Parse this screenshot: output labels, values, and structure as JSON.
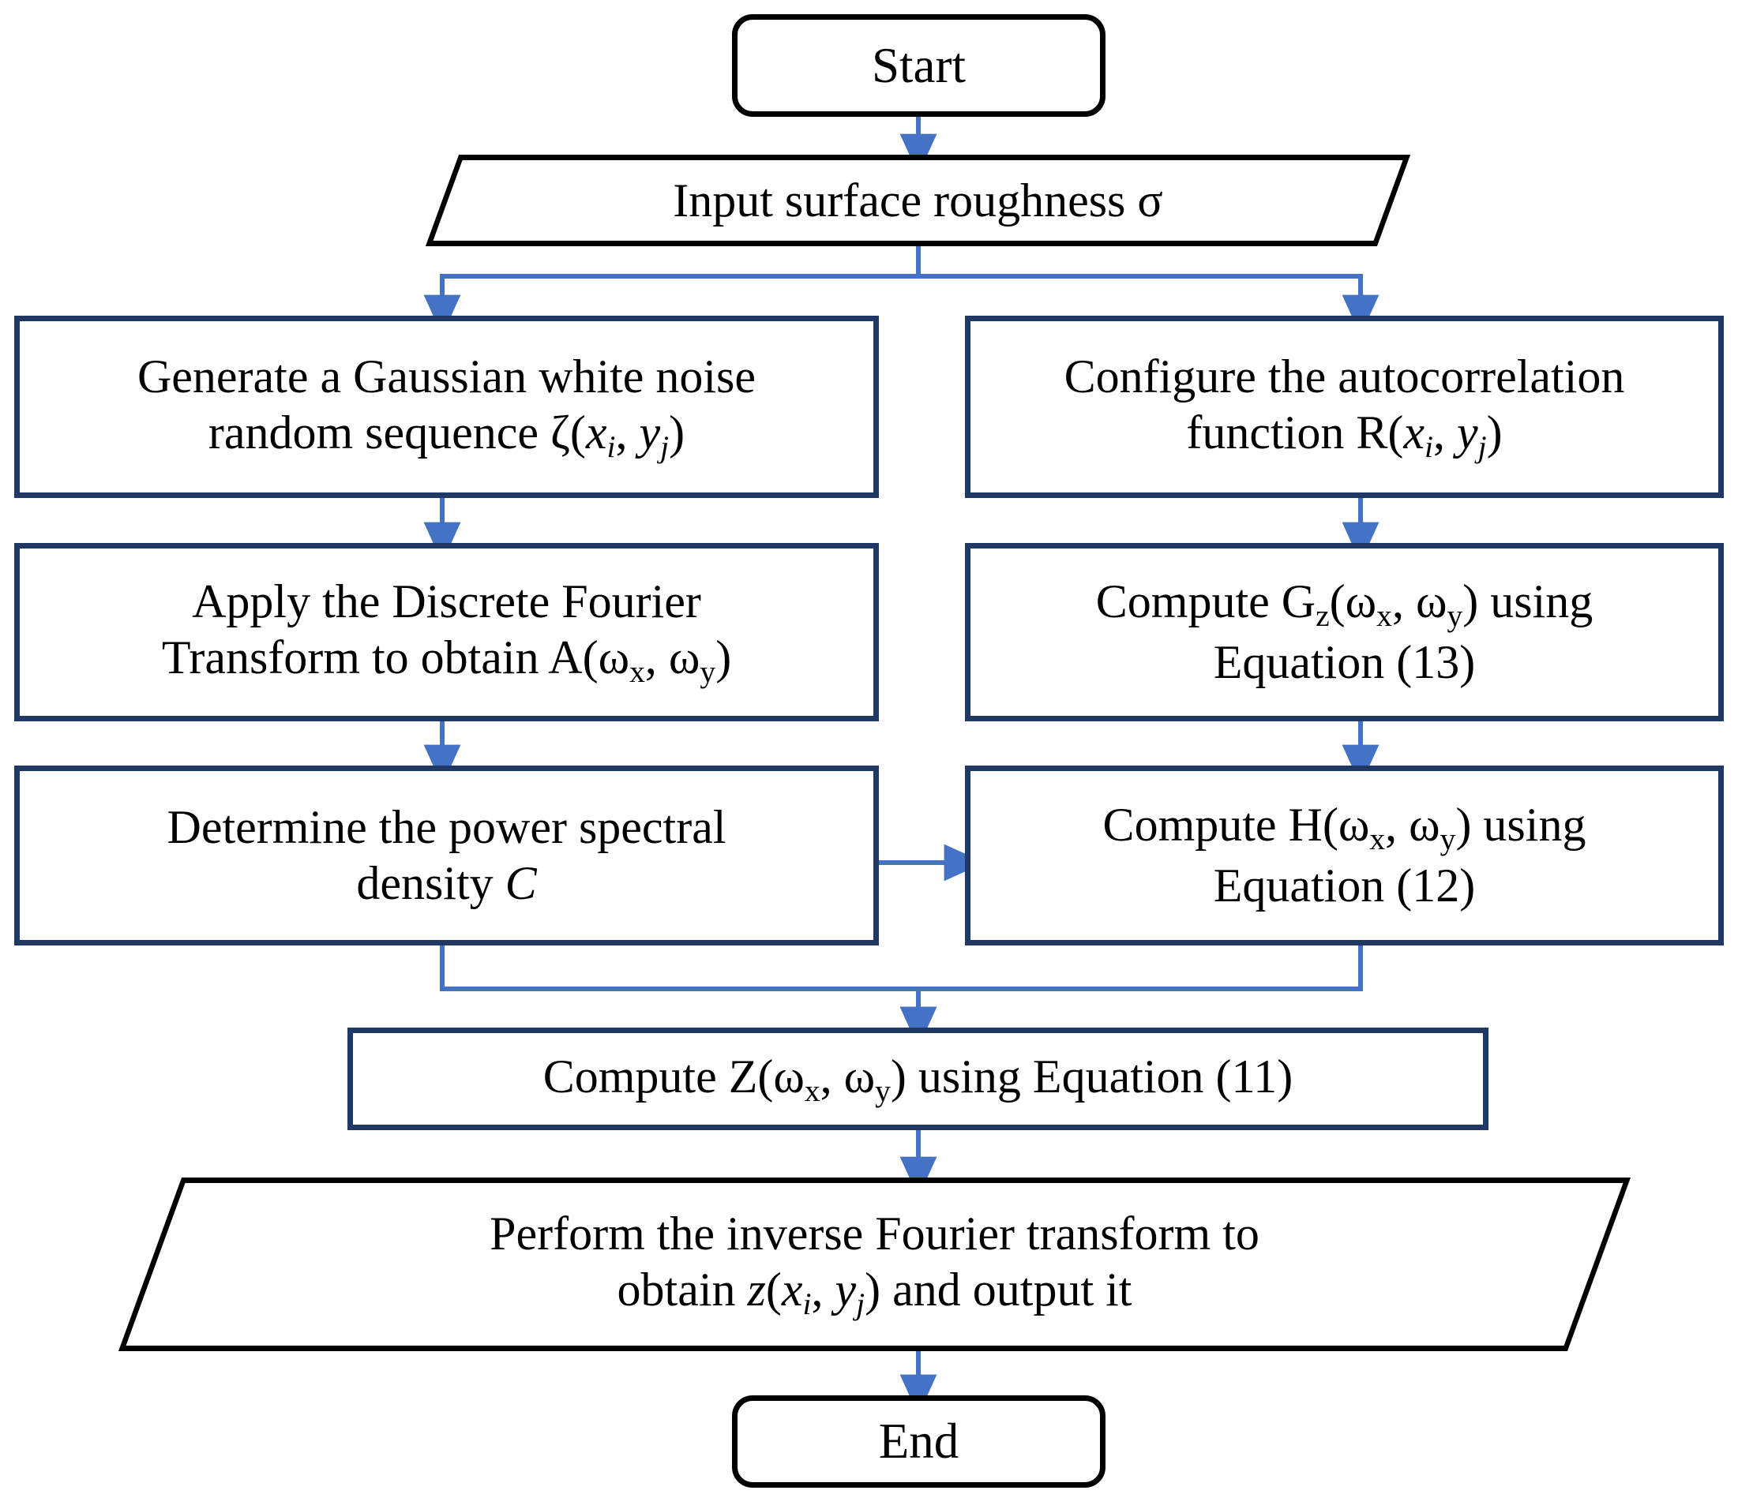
{
  "diagram": {
    "title": "Surface roughness generation flowchart",
    "colors": {
      "connector": "#4472C4",
      "process_border": "#1F3864",
      "terminator_border": "#000000",
      "background": "#FFFFFF",
      "text": "#000000"
    }
  },
  "nodes": {
    "start": {
      "label": "Start",
      "shape": "terminator"
    },
    "input": {
      "label": "Input surface roughness σ",
      "shape": "parallelogram"
    },
    "gen_noise": {
      "line1": "Generate a Gaussian white noise",
      "line2_pre": "random sequence ζ(",
      "line2_x": "x",
      "line2_xsub": "i",
      "line2_mid": ", ",
      "line2_y": "y",
      "line2_ysub": "j",
      "line2_post": ")",
      "shape": "process"
    },
    "autocorr": {
      "line1": "Configure the autocorrelation",
      "line2_pre": "function R(",
      "line2_x": "x",
      "line2_xsub": "i",
      "line2_mid": ", ",
      "line2_y": "y",
      "line2_ysub": "j",
      "line2_post": ")",
      "shape": "process"
    },
    "dft": {
      "line1": "Apply the Discrete Fourier",
      "line2_pre": "Transform to obtain A(ω",
      "line2_sub1": "x",
      "line2_mid": ", ω",
      "line2_sub2": "y",
      "line2_post": ")",
      "shape": "process"
    },
    "compute_gz": {
      "line1_pre": "Compute G",
      "line1_sub": "z",
      "line1_mid": "(ω",
      "line1_sub1": "x",
      "line1_mid2": ", ω",
      "line1_sub2": "y",
      "line1_post": ") using",
      "line2": "Equation (13)",
      "shape": "process"
    },
    "psd": {
      "line1": "Determine the power spectral",
      "line2_pre": "density ",
      "line2_var": "C",
      "shape": "process"
    },
    "compute_h": {
      "line1_pre": "Compute H(ω",
      "line1_sub1": "x",
      "line1_mid": ", ω",
      "line1_sub2": "y",
      "line1_post": ") using",
      "line2": "Equation (12)",
      "shape": "process"
    },
    "compute_z": {
      "pre": "Compute Z(ω",
      "sub1": "x",
      "mid": ", ω",
      "sub2": "y",
      "post": ") using Equation (11)",
      "shape": "process"
    },
    "output": {
      "line1": "Perform the inverse Fourier transform to",
      "line2_pre": "obtain ",
      "line2_z": "z",
      "line2_lp": "(",
      "line2_x": "x",
      "line2_xsub": "i",
      "line2_mid": ", ",
      "line2_y": "y",
      "line2_ysub": "j",
      "line2_rp": ")",
      "line2_post": " and output it",
      "shape": "parallelogram"
    },
    "end": {
      "label": "End",
      "shape": "terminator"
    }
  },
  "edges": [
    {
      "from": "start",
      "to": "input",
      "kind": "vertical-arrow"
    },
    {
      "from": "input",
      "to": "gen_noise",
      "kind": "split-left-arrow"
    },
    {
      "from": "input",
      "to": "autocorr",
      "kind": "split-right-arrow"
    },
    {
      "from": "gen_noise",
      "to": "dft",
      "kind": "vertical-arrow"
    },
    {
      "from": "autocorr",
      "to": "compute_gz",
      "kind": "vertical-arrow"
    },
    {
      "from": "dft",
      "to": "psd",
      "kind": "vertical-arrow"
    },
    {
      "from": "compute_gz",
      "to": "compute_h",
      "kind": "vertical-arrow"
    },
    {
      "from": "psd",
      "to": "compute_h",
      "kind": "horizontal-arrow"
    },
    {
      "from": "psd",
      "to": "compute_z",
      "kind": "merge-left-arrow"
    },
    {
      "from": "compute_h",
      "to": "compute_z",
      "kind": "merge-right-arrow"
    },
    {
      "from": "compute_z",
      "to": "output",
      "kind": "vertical-arrow"
    },
    {
      "from": "output",
      "to": "end",
      "kind": "vertical-arrow"
    }
  ]
}
